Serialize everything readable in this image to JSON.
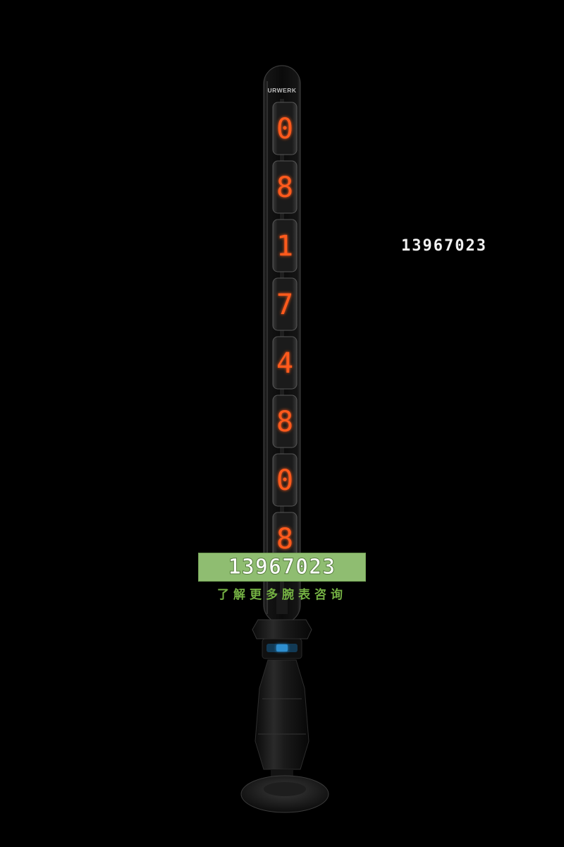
{
  "brand": "URWERK",
  "tube_digits": [
    "0",
    "8",
    "1",
    "7",
    "4",
    "8",
    "0",
    "8"
  ],
  "phone_number": "13967023",
  "promo": {
    "number": "13967023",
    "caption": "了解更多腕表咨询"
  },
  "colors": {
    "background": "#000000",
    "nixie_glow": "#ff5a1f",
    "promo_green": "#8fbd71",
    "caption_green": "#74b043",
    "accent_blue": "#2f8fd0"
  }
}
